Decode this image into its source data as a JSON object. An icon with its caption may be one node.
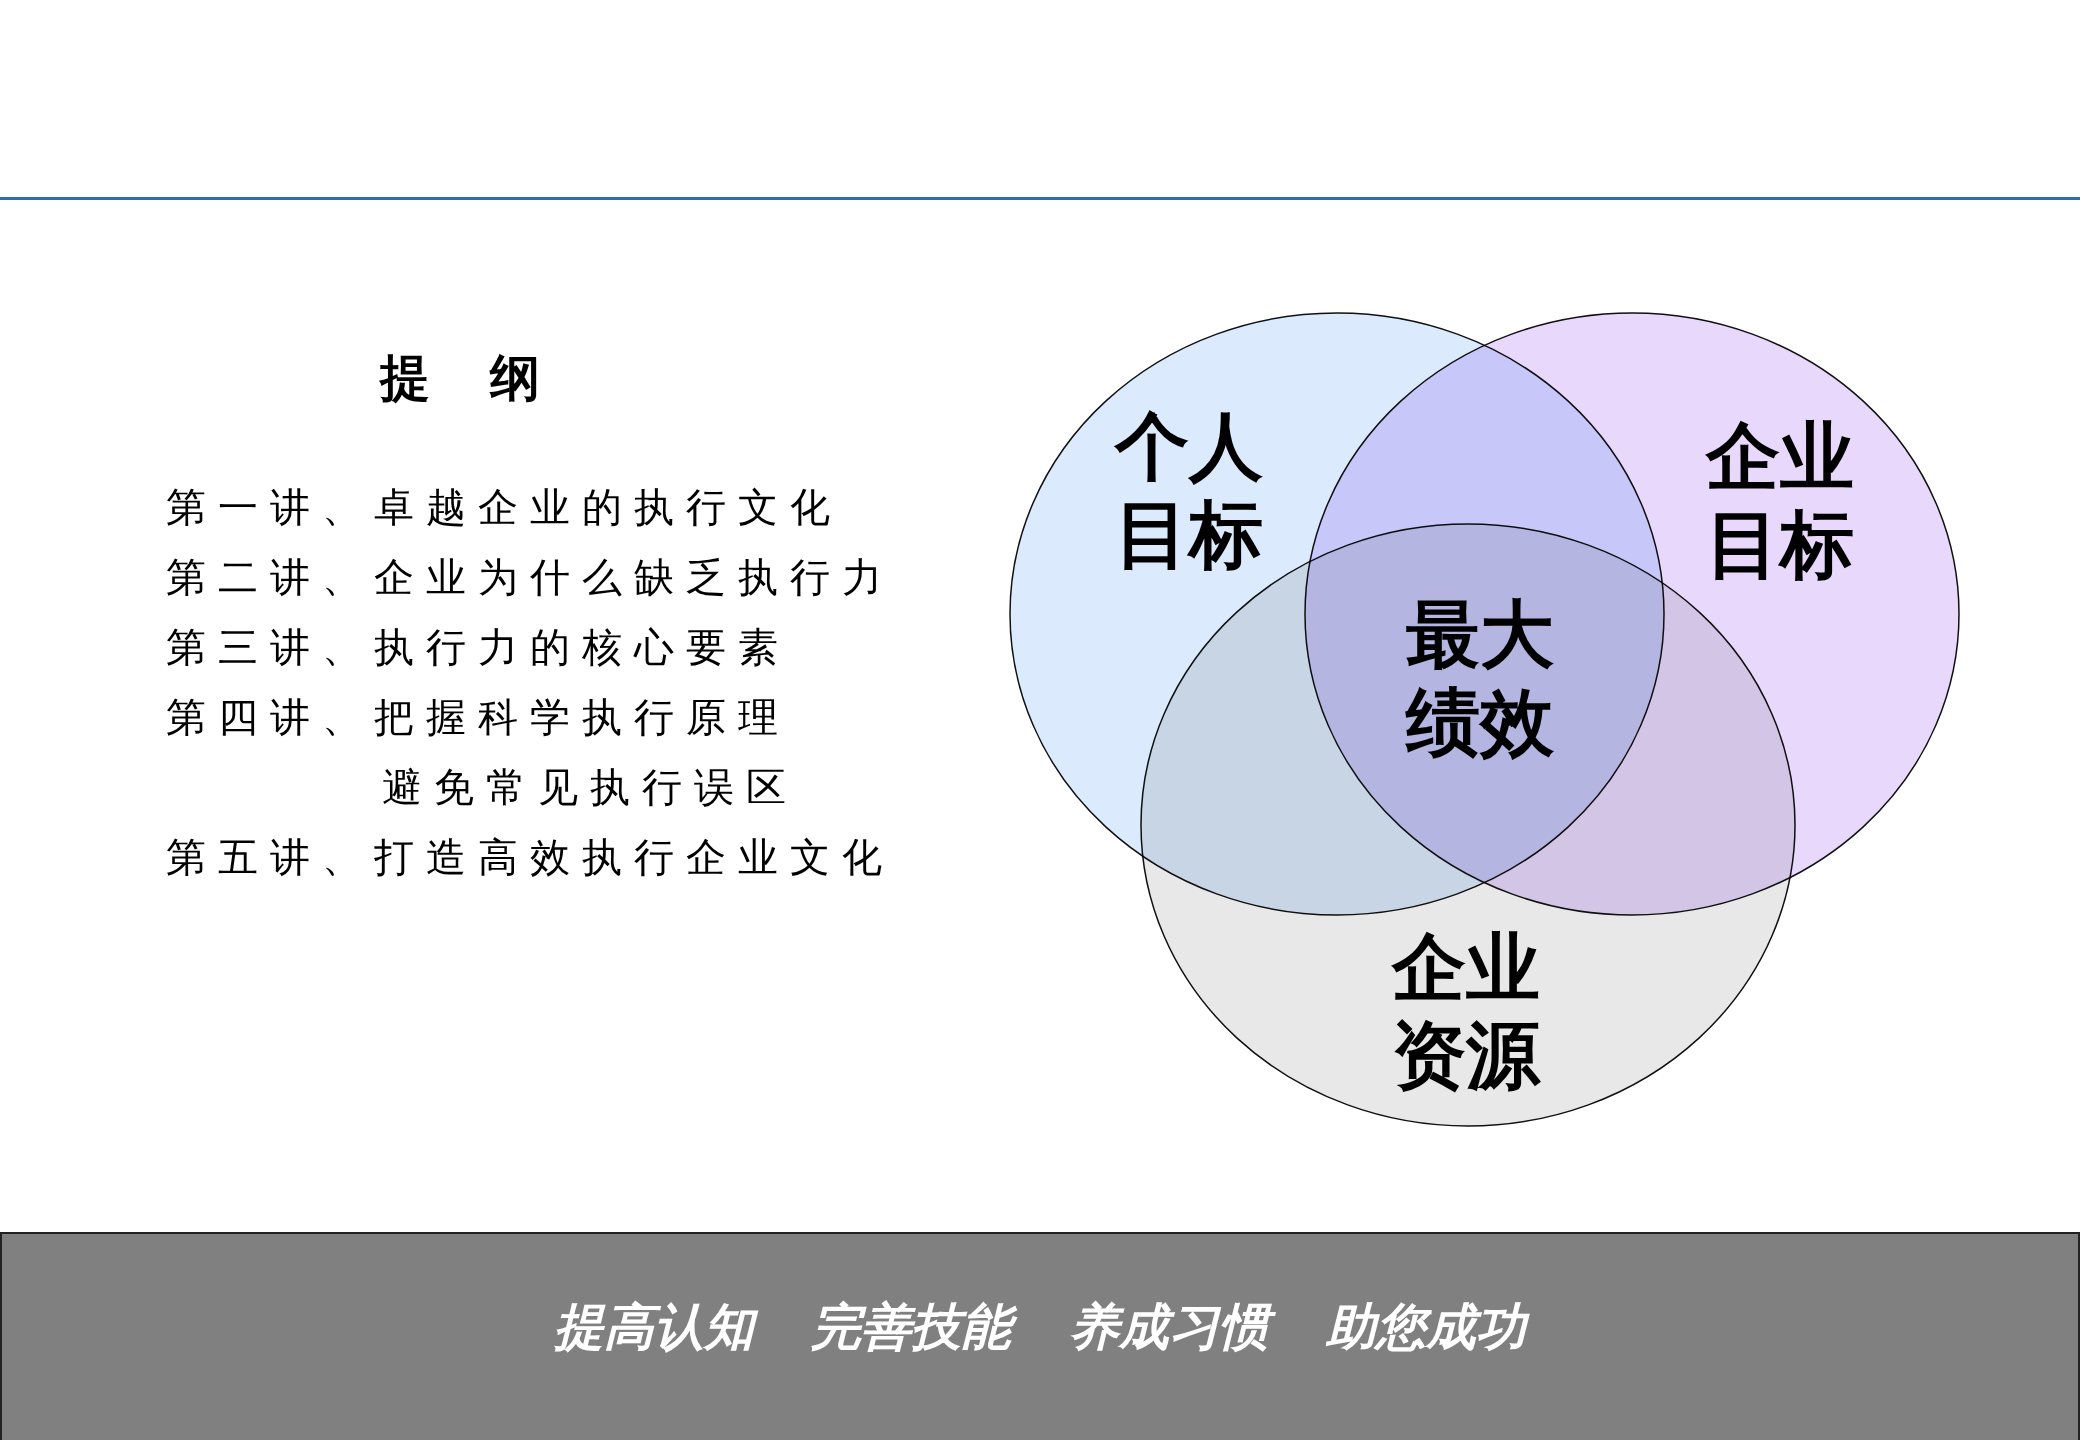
{
  "diagram": {
    "title": "提纲",
    "nodes": [
      {
        "text": [
          "个人目标"
        ]
      },
      {
        "text": [
          "企业目标"
        ]
      },
      {
        "text": [
          "企业资源"
        ]
      },
      {
        "text": [
          "最大绩效"
        ]
      }
    ],
    "labels": [
      "第一讲、卓越企业的执行文化",
      "第二讲、企业为什么缺乏执行力",
      "第三讲、执行力的核心要素",
      "第四讲、把握科学执行原理",
      "避免常见执行误区",
      "第五讲、打造高效执行企业文化",
      "提高认知 完善技能 养成习惯 助您成功"
    ]
  }
}
